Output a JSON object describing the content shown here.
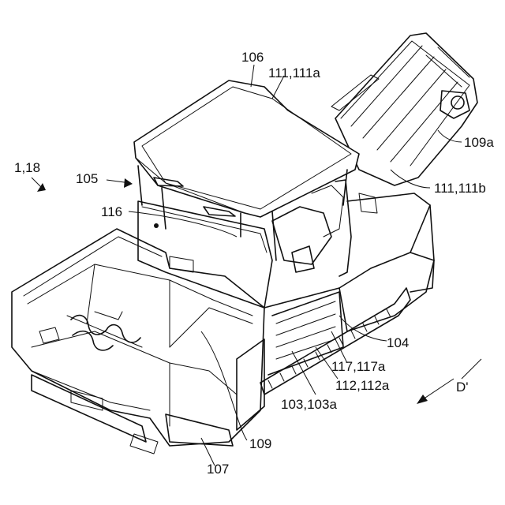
{
  "labels": {
    "machine": "1,18",
    "assembly_105": "105",
    "roof_106": "106",
    "upper_111": "111,111a",
    "conveyor_109a": "109a",
    "lower_111": "111,111b",
    "part_116": "116",
    "part_104": "104",
    "part_117": "117,117a",
    "part_112": "112,112a",
    "part_103": "103,103a",
    "part_109": "109",
    "part_107": "107",
    "direction": "D'"
  }
}
